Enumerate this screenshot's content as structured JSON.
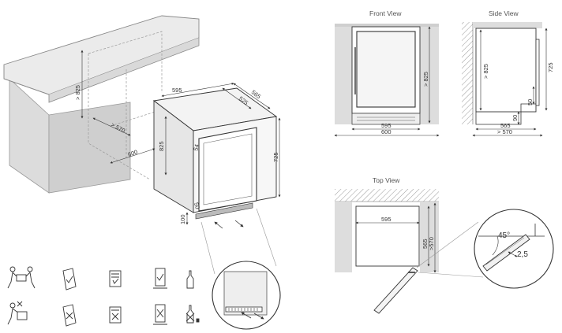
{
  "views": {
    "front": {
      "title": "Front View",
      "dims": {
        "height": "> 825",
        "inner_width": "595",
        "outer_width": "600"
      }
    },
    "side": {
      "title": "Side View",
      "dims": {
        "height": "> 825",
        "cabinet_height": "725",
        "step_height": "50",
        "base_height": "90",
        "depth": "565",
        "outer_depth": "> 570"
      }
    },
    "top": {
      "title": "Top View",
      "dims": {
        "width": "595",
        "depth": "565",
        "outer_depth": ">570"
      }
    },
    "detail": {
      "angle": "45°",
      "gap": "2,5"
    }
  },
  "install": {
    "dims": {
      "width": "595",
      "depth_565": "565",
      "depth_525": "525",
      "height_825": "> 825",
      "depth_570": "> 570",
      "width_600": "600",
      "height_825b": "825",
      "height_725": "725",
      "d54": "54",
      "d50": "50",
      "d100": "100"
    }
  }
}
